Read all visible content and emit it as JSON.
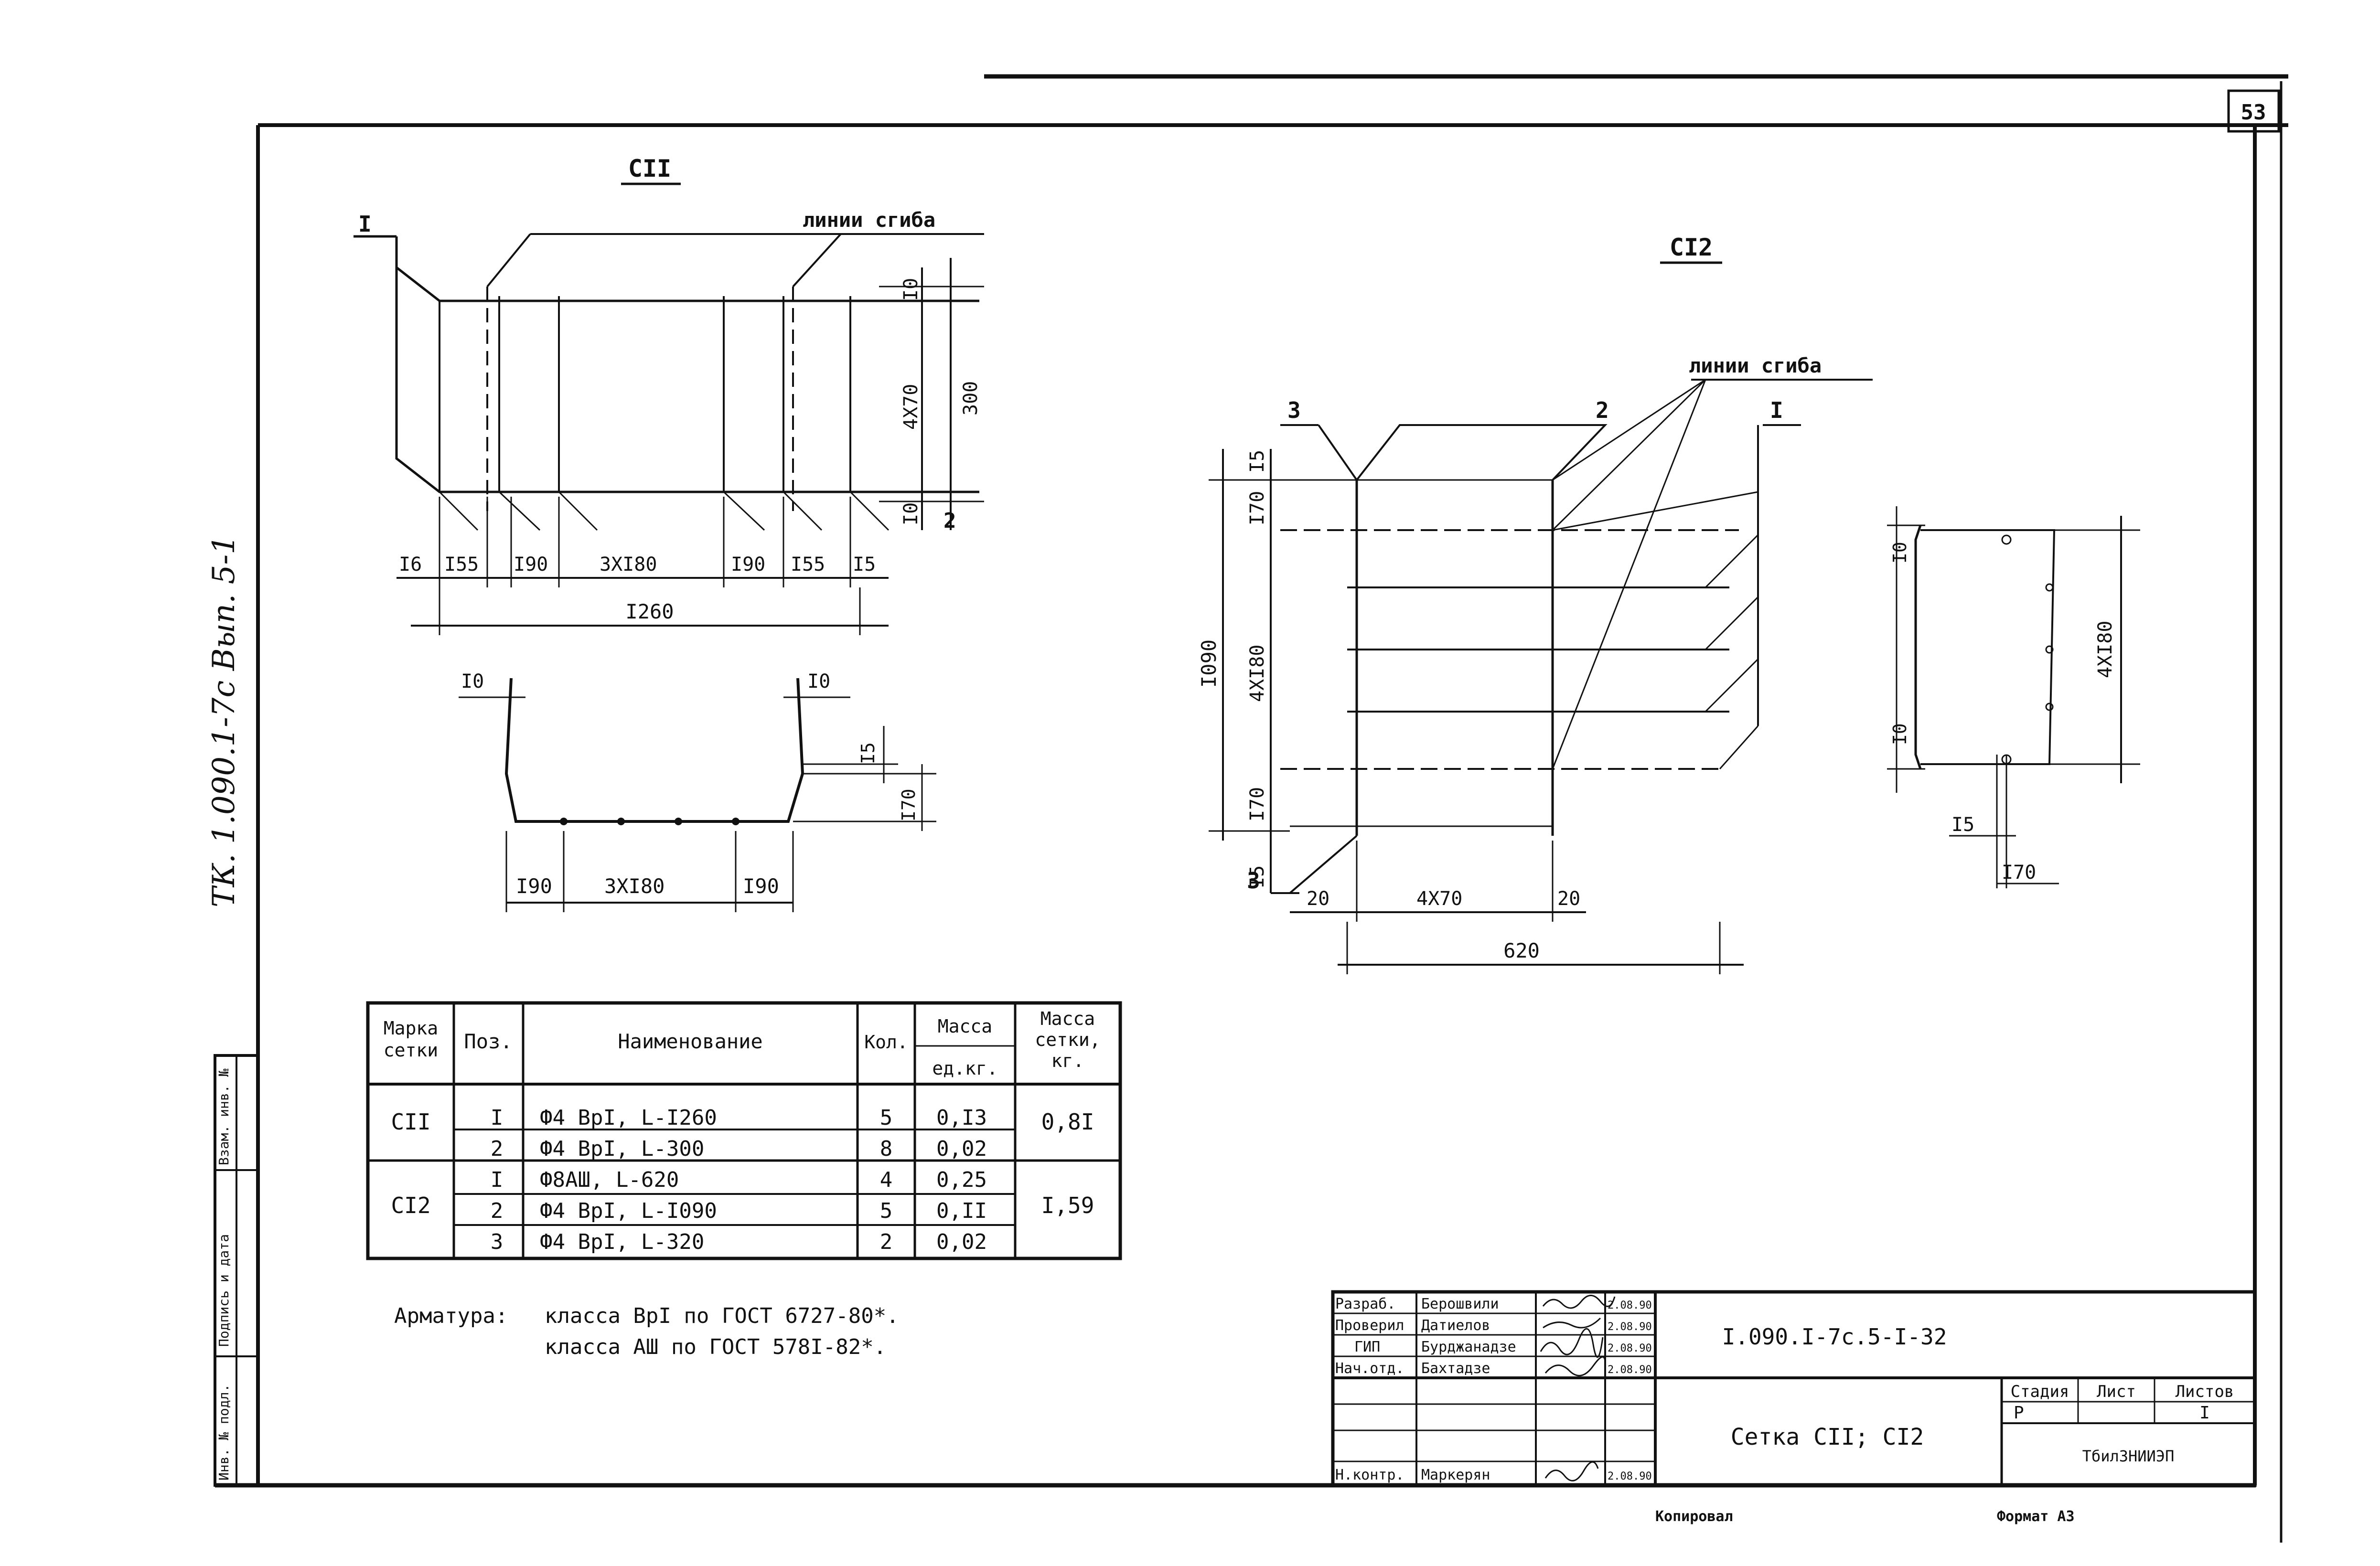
{
  "sheet": {
    "page_number": "53",
    "side_code": "ТК. 1.090.1-7с Вып. 5-1",
    "format_label": "Формат А3",
    "copied_label": "Копировал"
  },
  "view_c11": {
    "title": "СII",
    "bend_label": "линии сгиба",
    "section_mark": "I",
    "pos2": "2",
    "dims_bottom": [
      "I6",
      "I55",
      "I90",
      "3XI80",
      "I90",
      "I55",
      "I5"
    ],
    "overall": "I260",
    "dims_right": [
      "I0",
      "4X70",
      "300",
      "I0"
    ]
  },
  "section_c11": {
    "dim_left_top": "I0",
    "dim_right_top": "I0",
    "dim_i5": "I5",
    "dim_i70": "I70",
    "dims_bottom": [
      "I90",
      "3XI80",
      "I90"
    ]
  },
  "view_c12": {
    "title": "СI2",
    "bend_label": "линии сгиба",
    "pos3": "3",
    "pos2": "2",
    "pos1": "I",
    "pos3_bottom": "3",
    "dims_left": [
      "I5",
      "I70",
      "4XI80",
      "I70",
      "I5"
    ],
    "overall_height": "I090",
    "dims_bottom": [
      "20",
      "4X70",
      "20"
    ],
    "overall_width": "620"
  },
  "section_c12": {
    "dim_top": "I0",
    "dim_mid": "I0",
    "dim_right": "4XI80",
    "dim_i5": "I5",
    "dim_i70": "I70"
  },
  "spec_table": {
    "headers": {
      "mark": "Марка сетки",
      "pos": "Поз.",
      "name": "Наименование",
      "qty": "Кол.",
      "mass_unit": "Масса ед.кг.",
      "mass_total": "Масса сетки, кг."
    },
    "groups": [
      {
        "mark": "СII",
        "total": "0,8I",
        "rows": [
          {
            "pos": "I",
            "name": "Ф4 ВрI, L-I260",
            "qty": "5",
            "mass": "0,I3"
          },
          {
            "pos": "2",
            "name": "Ф4 ВрI, L-300",
            "qty": "8",
            "mass": "0,02"
          }
        ]
      },
      {
        "mark": "СI2",
        "total": "I,59",
        "rows": [
          {
            "pos": "I",
            "name": "Ф8АШ, L-620",
            "qty": "4",
            "mass": "0,25"
          },
          {
            "pos": "2",
            "name": "Ф4 ВрI, L-I090",
            "qty": "5",
            "mass": "0,II"
          },
          {
            "pos": "3",
            "name": "Ф4 ВрI, L-320",
            "qty": "2",
            "mass": "0,02"
          }
        ]
      }
    ]
  },
  "notes": {
    "prefix": "Арматура:",
    "line1": "класса ВрI по ГОСТ 6727-80*.",
    "line2": "класса АШ по ГОСТ 578I-82*."
  },
  "title_block": {
    "code": "I.090.I-7с.5-I-32",
    "drawing_name": "Сетка СII; СI2",
    "org": "ТбилЗНИИЭП",
    "stage_header": "Стадия",
    "sheet_header": "Лист",
    "sheets_header": "Листов",
    "stage": "Р",
    "sheets": "I",
    "staff": [
      {
        "role": "Разраб.",
        "name": "Берошвили",
        "date": "2.08.90"
      },
      {
        "role": "Проверил",
        "name": "Датиелов",
        "date": "2.08.90"
      },
      {
        "role": "ГИП",
        "name": "Бурджанадзе",
        "date": "2.08.90"
      },
      {
        "role": "Нач.отд.",
        "name": "Бахтадзе",
        "date": "2.08.90"
      },
      {
        "role": "Н.контр.",
        "name": "Маркерян",
        "date": "2.08.90"
      }
    ]
  },
  "left_stamp": {
    "inv_no": "Инв. № подл.",
    "sign_date": "Подпись и дата",
    "replace_inv": "Взам. инв. №"
  }
}
